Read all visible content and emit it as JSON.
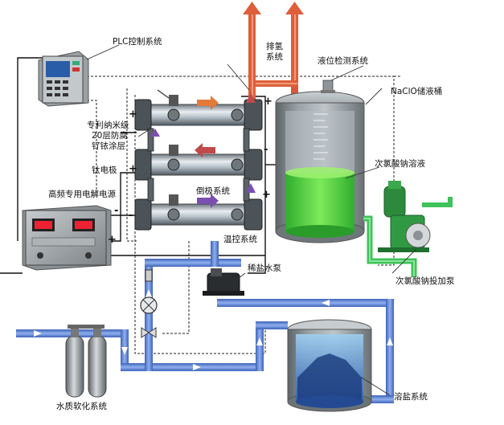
{
  "labels": {
    "plc": "PLC控制系统",
    "h2_vent_l1": "排氢",
    "h2_vent_l2": "系统",
    "level_detect": "液位检测系统",
    "naclo_tank": "NaClO储液桶",
    "nano_l1": "专利纳米级",
    "nano_l2": "20层防腐",
    "nano_l3": "钌铱涂层",
    "ti_electrode": "钛电极",
    "hypo_solution": "次氯酸钠溶液",
    "power_supply": "高频专用电解电源",
    "reverse_pole": "倒极系统",
    "temp_control": "温控系统",
    "dosing_pump": "次氯酸钠投加泵",
    "brine_pump": "稀盐水泵",
    "water_softener": "水质软化系统",
    "salt_dissolve": "溶盐系统"
  },
  "signs": {
    "plus": "+",
    "minus": "-"
  },
  "colors": {
    "water_pipe": "#5a7fd6",
    "hydrogen_pipe": "#e0603c",
    "solution_green": "#44d44a",
    "dosing_pipe": "#3fc25a",
    "wire": "#111111",
    "arrow_orange": "#e37a3a",
    "arrow_red": "#c04a4a",
    "arrow_purple": "#7b4fb0"
  }
}
